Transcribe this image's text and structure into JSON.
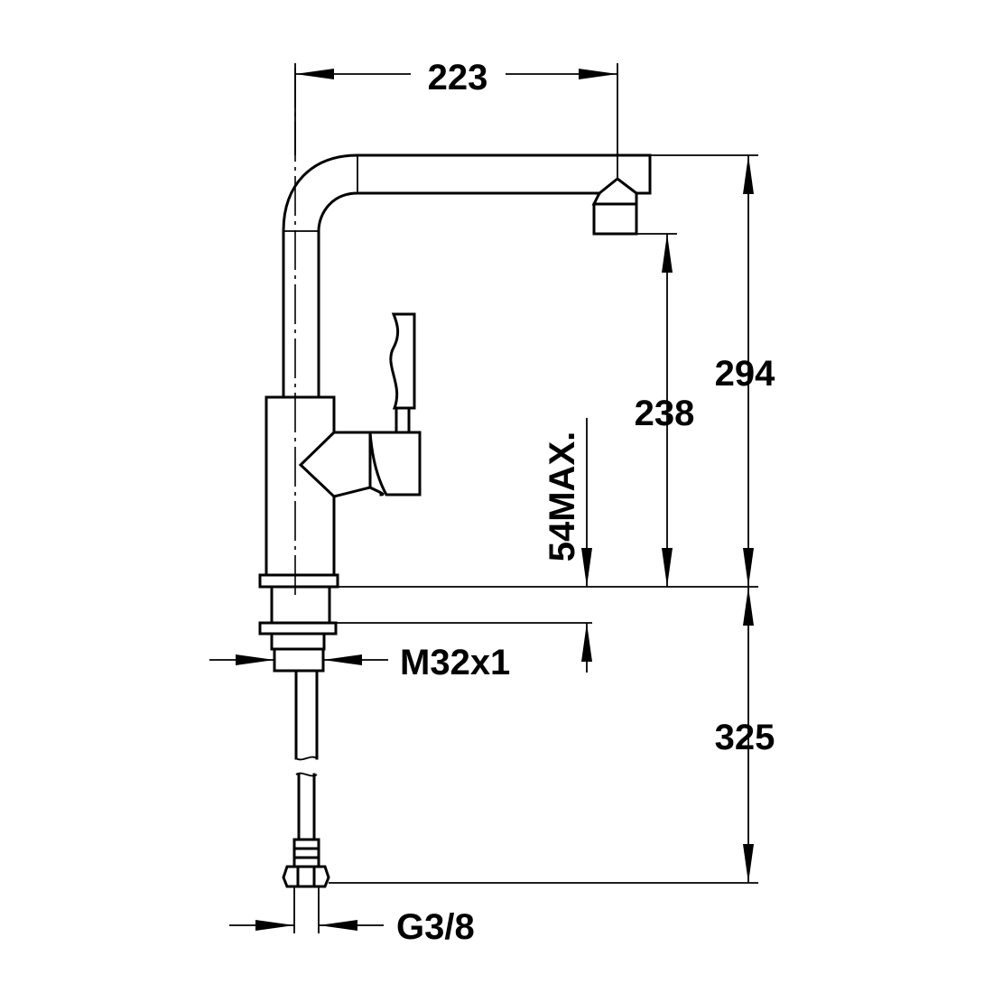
{
  "dimensions": {
    "spout_reach": "223",
    "total_height": "294",
    "spout_clearance": "238",
    "counter_thickness": "54MAX.",
    "thread": "M32x1",
    "hose_length": "325",
    "connection": "G3/8"
  },
  "colors": {
    "line": "#000000",
    "background": "#ffffff"
  }
}
